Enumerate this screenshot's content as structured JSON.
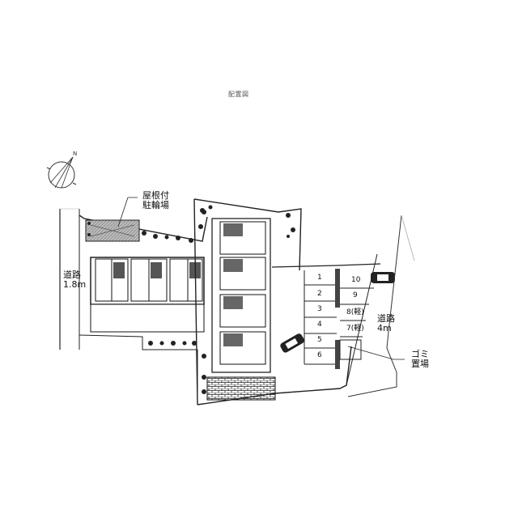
{
  "diagram": {
    "title": "配置図",
    "type": "site plan",
    "compass": {
      "label": "N",
      "icon": "north-arrow-icon"
    },
    "labels": {
      "bicycle_parking": [
        "屋根付",
        "駐輪場"
      ],
      "road_west": [
        "道路",
        "1.8m"
      ],
      "road_east": [
        "道路",
        "4m"
      ],
      "garbage": [
        "ゴミ",
        "置場"
      ]
    },
    "parking_stalls": [
      {
        "num": "1",
        "note": ""
      },
      {
        "num": "2",
        "note": ""
      },
      {
        "num": "3",
        "note": ""
      },
      {
        "num": "4",
        "note": ""
      },
      {
        "num": "5",
        "note": ""
      },
      {
        "num": "6",
        "note": ""
      },
      {
        "num": "7",
        "note": "(軽)"
      },
      {
        "num": "8",
        "note": "(軽)"
      },
      {
        "num": "9",
        "note": ""
      },
      {
        "num": "10",
        "note": ""
      }
    ],
    "colors": {
      "line": "#111111",
      "fill_gray": "#9a9a9a",
      "background": "#ffffff"
    }
  }
}
